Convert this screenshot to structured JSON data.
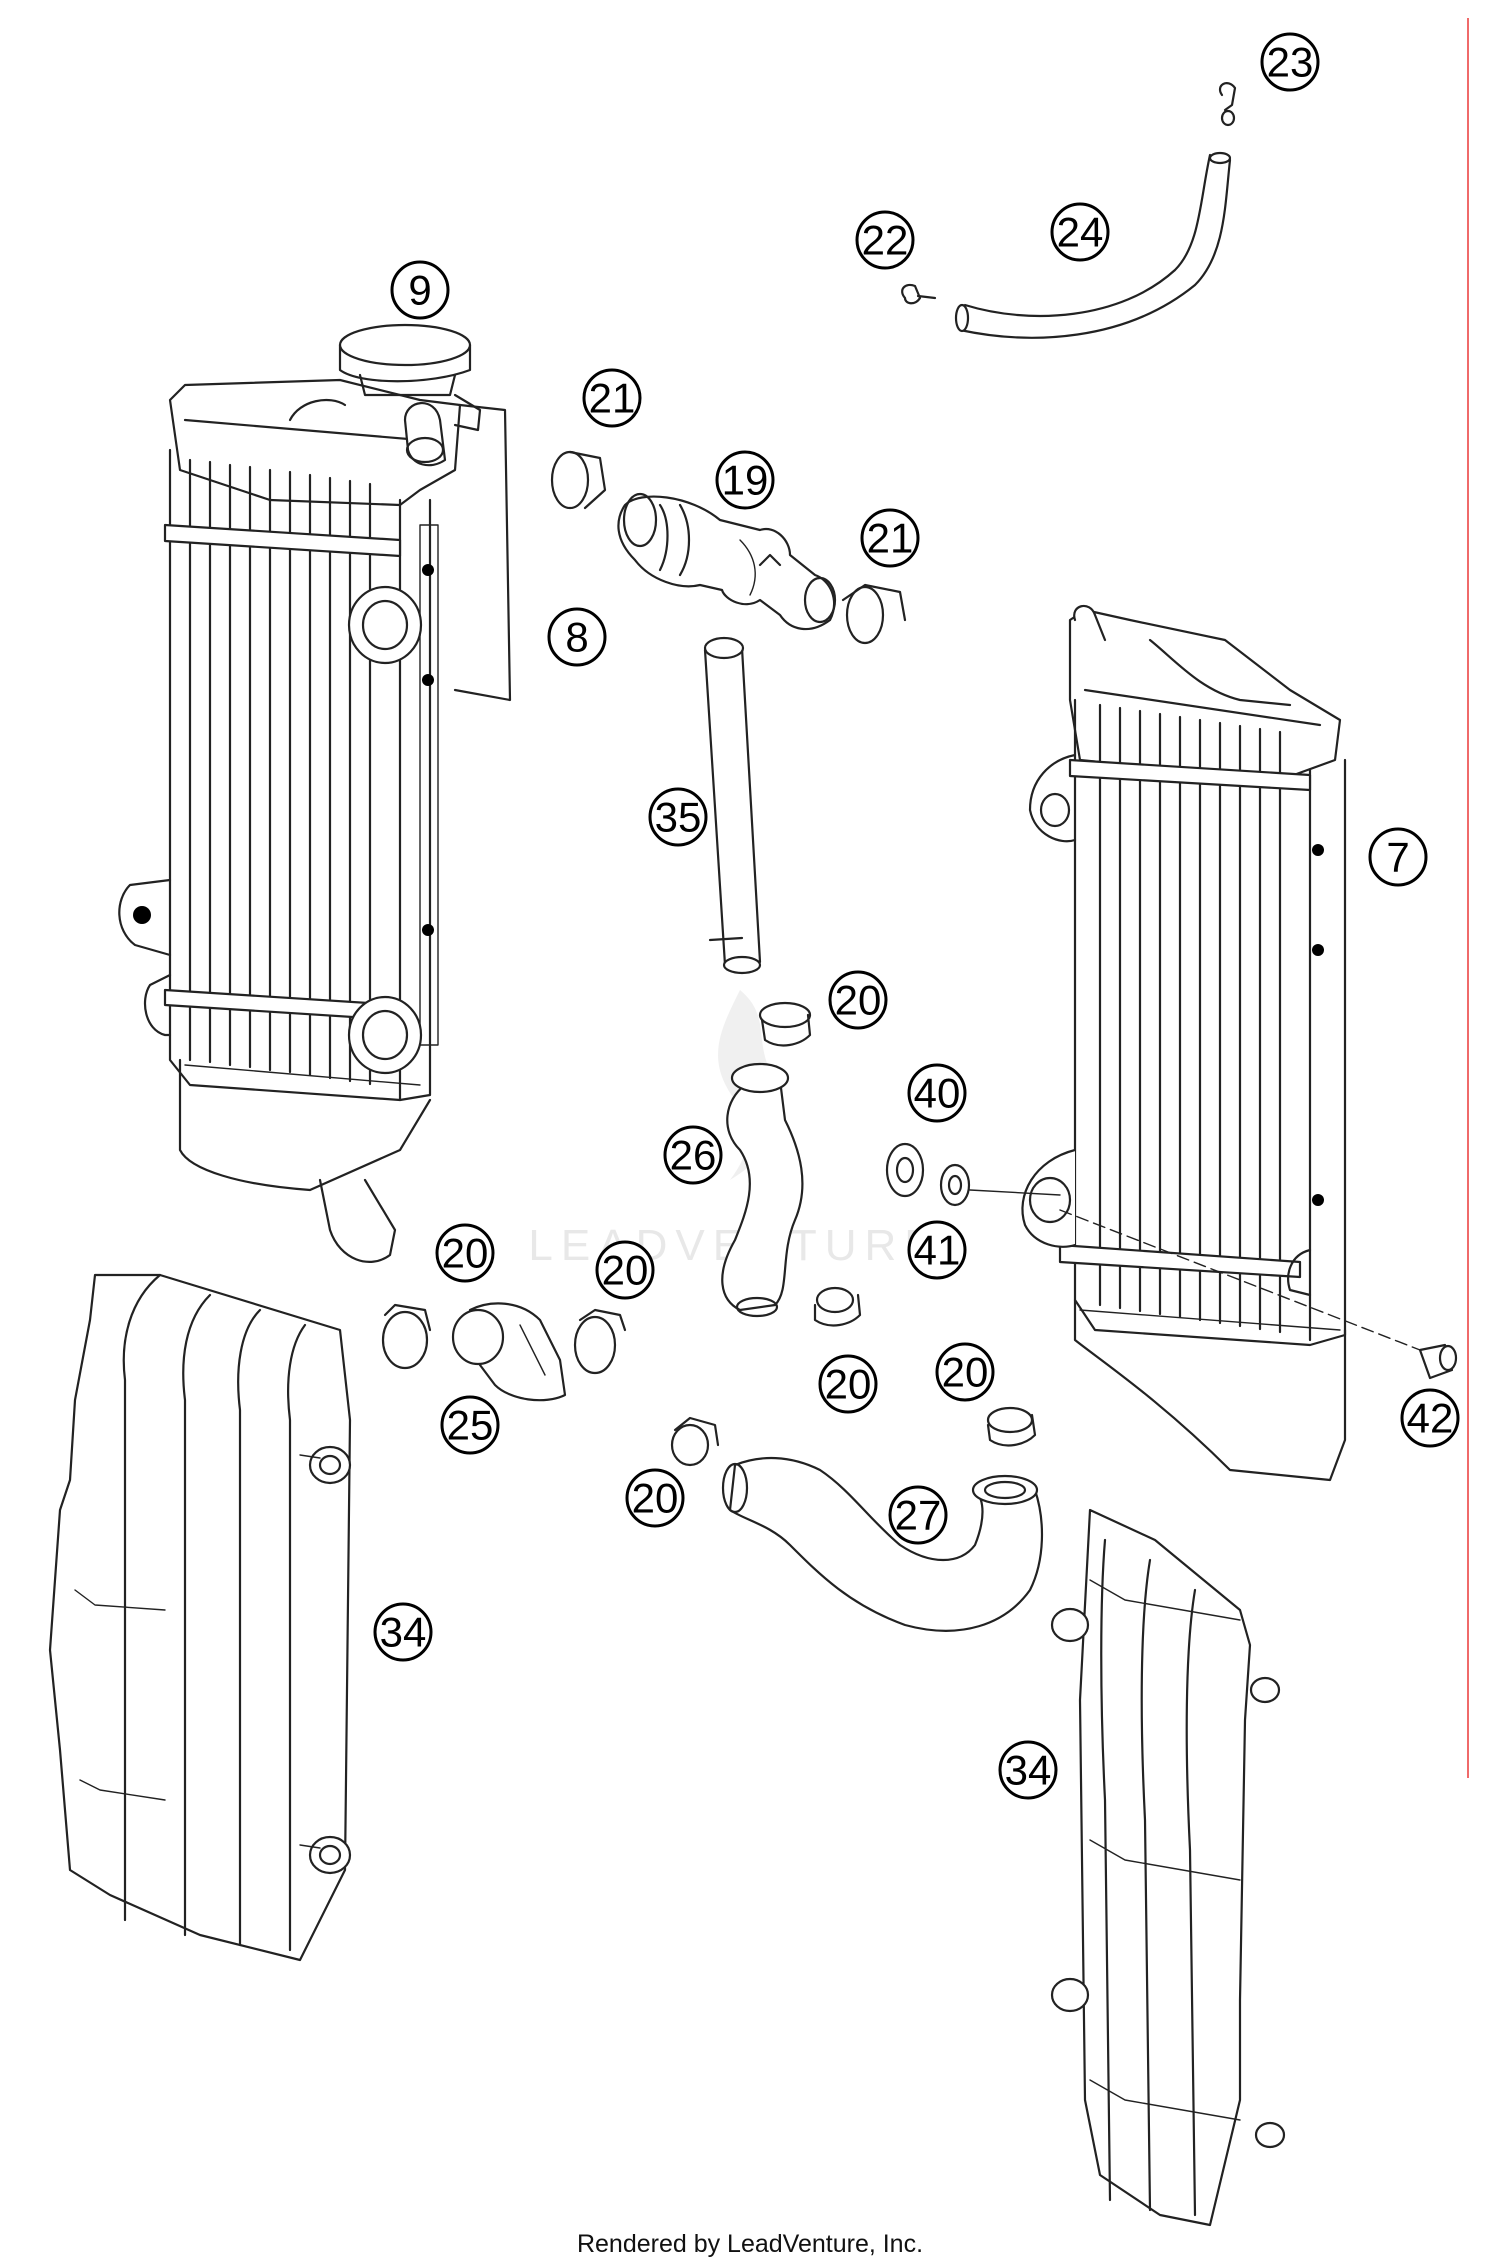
{
  "diagram": {
    "callouts": [
      "23",
      "22",
      "24",
      "9",
      "21",
      "19",
      "21",
      "8",
      "7",
      "35",
      "20",
      "40",
      "26",
      "41",
      "20",
      "20",
      "20",
      "20",
      "25",
      "42",
      "20",
      "27",
      "34",
      "34"
    ],
    "watermark": "LEADVENTURE"
  },
  "footer": "Rendered by LeadVenture, Inc.",
  "colors": {
    "line": "#222222",
    "border": "#f06a6a"
  }
}
